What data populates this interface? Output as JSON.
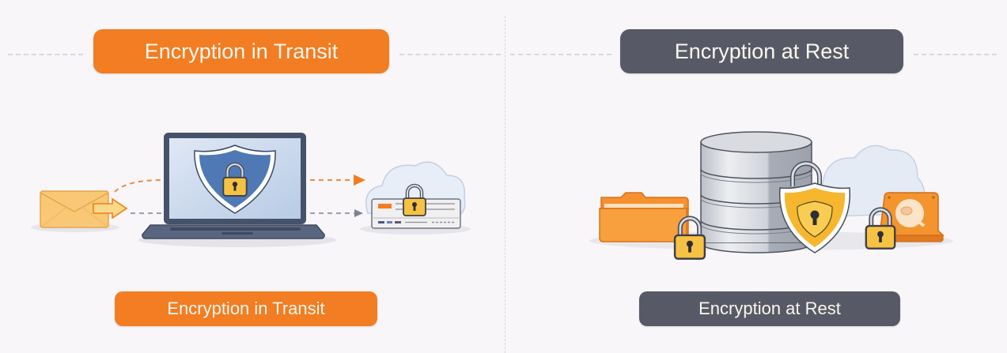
{
  "left_panel": {
    "header_label": "Encryption in Transit",
    "footer_label": "Encryption in Transit",
    "accent_color": "#f27d22",
    "icons": [
      "envelope-icon",
      "arrow-right-icon",
      "laptop-icon",
      "shield-icon",
      "padlock-icon",
      "cloud-server-icon"
    ]
  },
  "right_panel": {
    "header_label": "Encryption at Rest",
    "footer_label": "Encryption at Rest",
    "accent_color": "#575a66",
    "icons": [
      "folder-icon",
      "padlock-icon",
      "database-icon",
      "shield-padlock-icon",
      "cloud-icon",
      "hard-drive-icon"
    ]
  }
}
